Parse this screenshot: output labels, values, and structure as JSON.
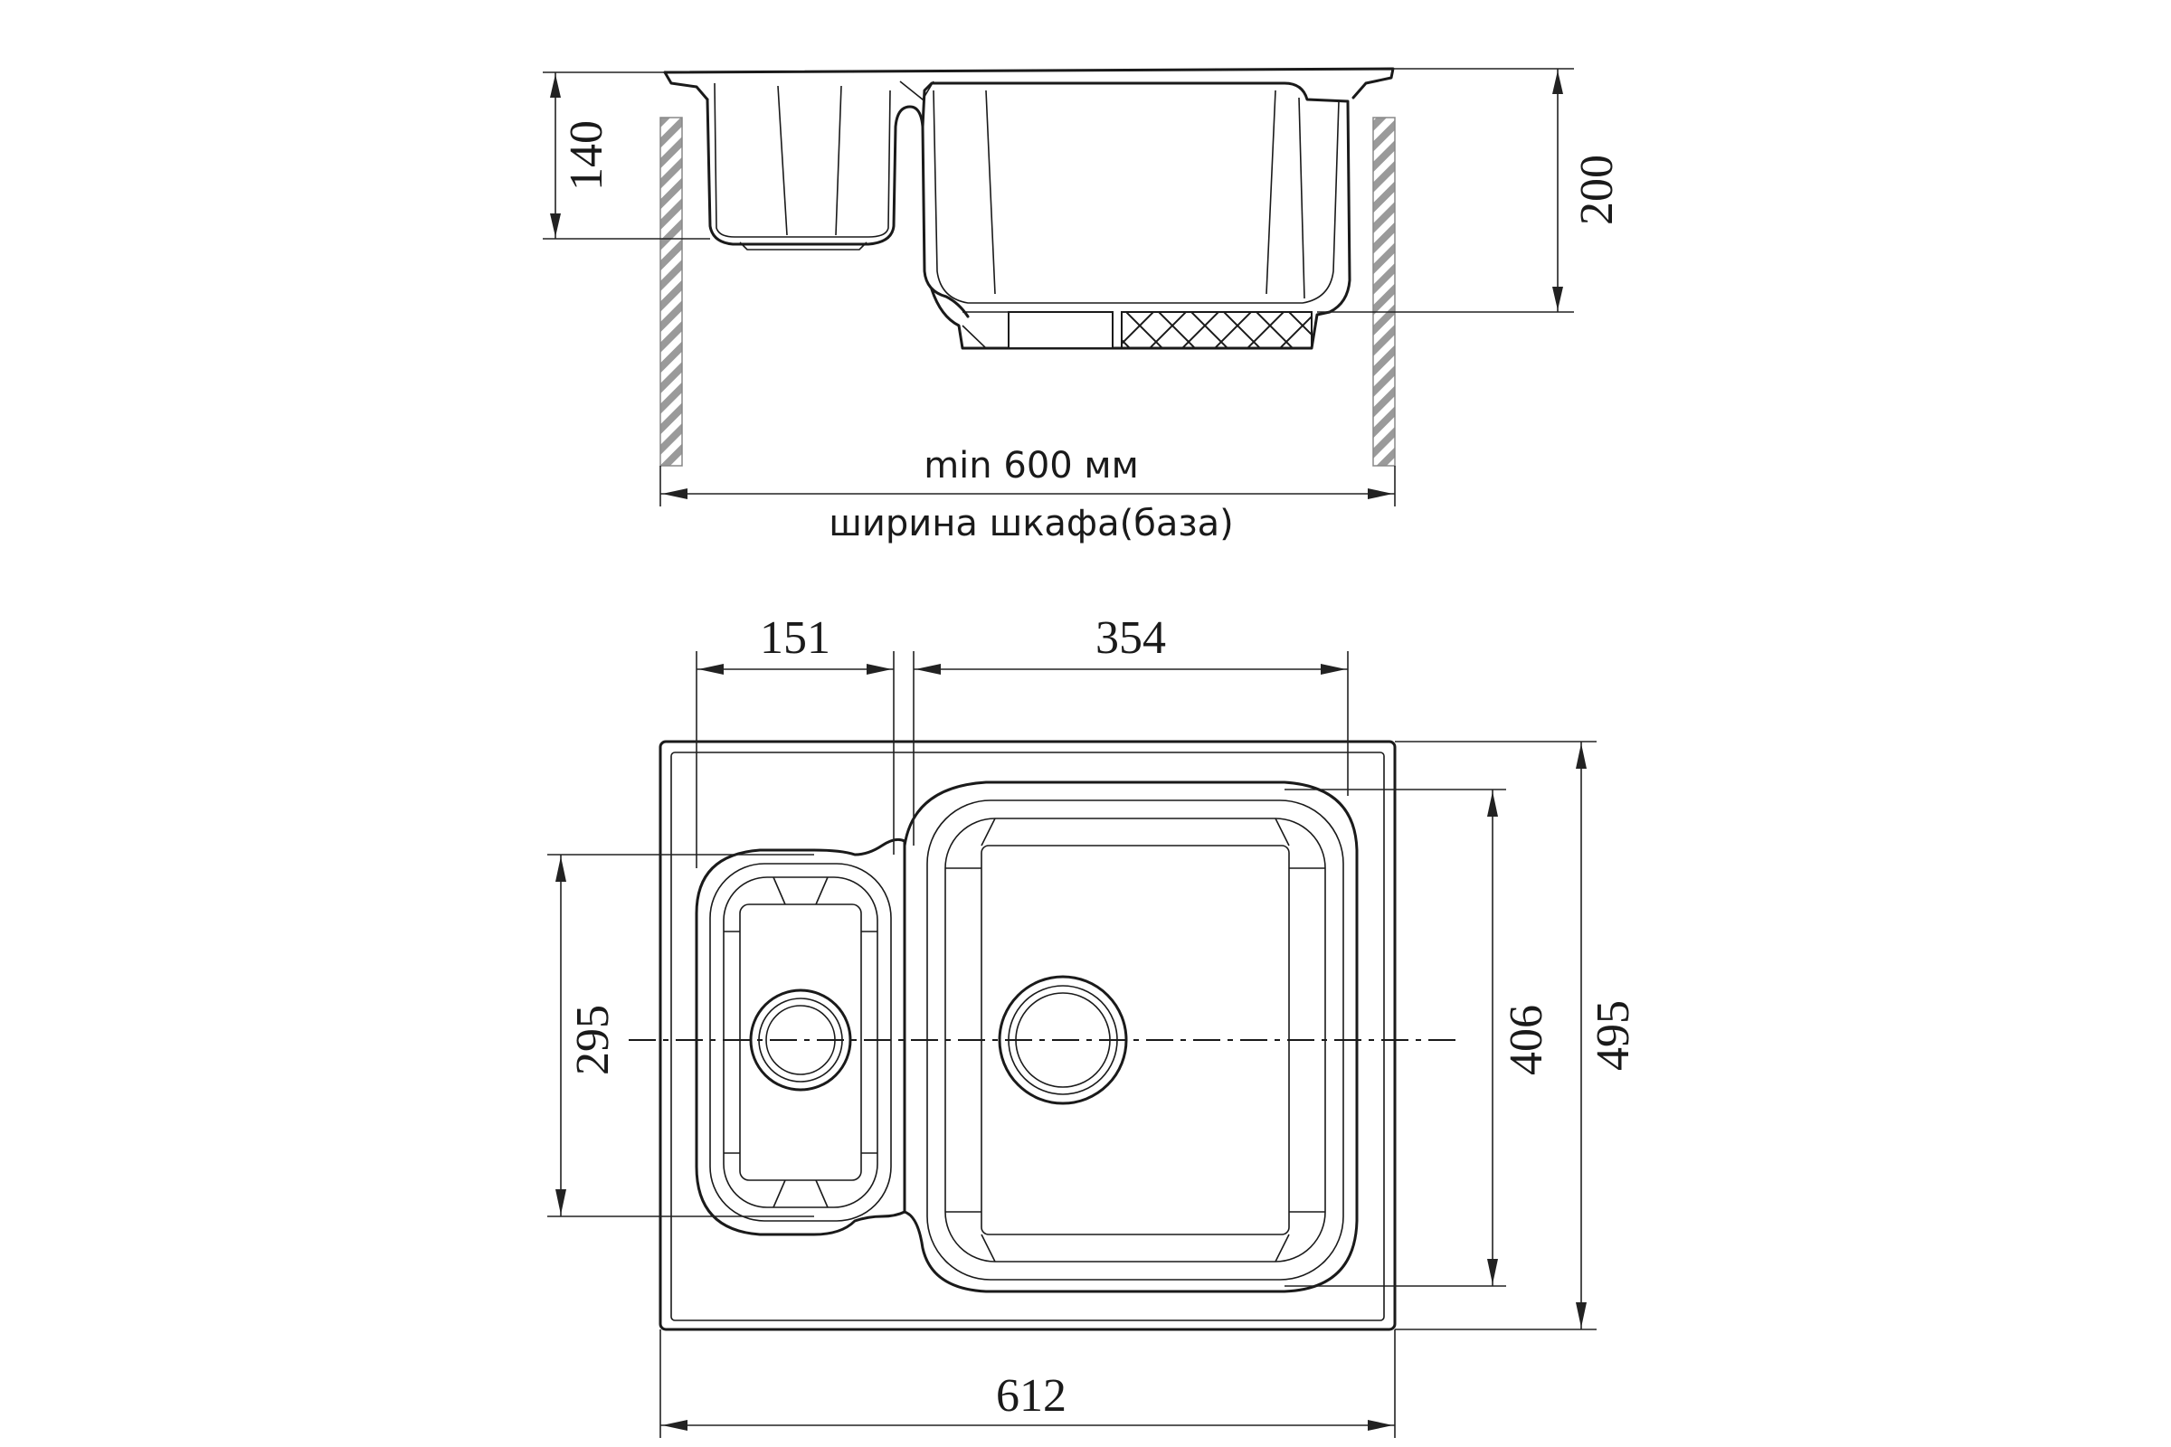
{
  "side_view": {
    "depth_small_bowl": "140",
    "depth_large_bowl": "200",
    "cabinet_min_width": "min 600 мм",
    "cabinet_caption": "ширина шкафа(база)"
  },
  "top_view": {
    "small_bowl_width": "151",
    "large_bowl_width": "354",
    "small_bowl_length": "295",
    "large_bowl_length": "406",
    "overall_depth": "495",
    "overall_width": "612"
  }
}
